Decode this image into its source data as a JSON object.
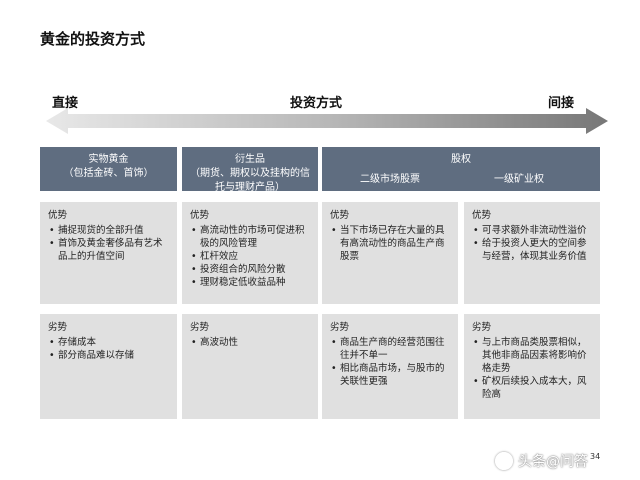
{
  "title": "黄金的投资方式",
  "axis": {
    "left": "直接",
    "center": "投资方式",
    "right": "间接"
  },
  "columns": [
    {
      "header": "实物黄金\n（包括金砖、首饰）"
    },
    {
      "header": "衍生品\n（期货、期权以及挂构的信托与理财产品）"
    },
    {
      "header": "股权",
      "subheaders": [
        "二级市场股票",
        "一级矿业权"
      ]
    }
  ],
  "cells": {
    "c1": {
      "adv_label": "优势",
      "adv": [
        "捕捉现货的全部升值",
        "首饰及黄金奢侈品有艺术品上的升值空间"
      ],
      "dis_label": "劣势",
      "dis": [
        "存储成本",
        "部分商品难以存储"
      ]
    },
    "c2": {
      "adv_label": "优势",
      "adv": [
        "高流动性的市场可促进积极的风险管理",
        "杠杆效应",
        "投资组合的风险分散",
        "理财稳定低收益品种"
      ],
      "dis_label": "劣势",
      "dis": [
        "高波动性"
      ]
    },
    "c3": {
      "adv_label": "优势",
      "adv": [
        "当下市场已存在大量的具有高流动性的商品生产商股票"
      ],
      "dis_label": "劣势",
      "dis": [
        "商品生产商的经营范围往往并不单一",
        "相比商品市场，与股市的关联性更强"
      ]
    },
    "c4": {
      "adv_label": "优势",
      "adv": [
        "可寻求额外非流动性溢价",
        "给于投资人更大的空间参与经营，体现其业务价值"
      ],
      "dis_label": "劣势",
      "dis": [
        "与上市商品类股票相似，其他非商品因素将影响价格走势",
        "矿权后续投入成本大，风险高"
      ]
    }
  },
  "page_number": "34",
  "watermark": "头条@问答"
}
